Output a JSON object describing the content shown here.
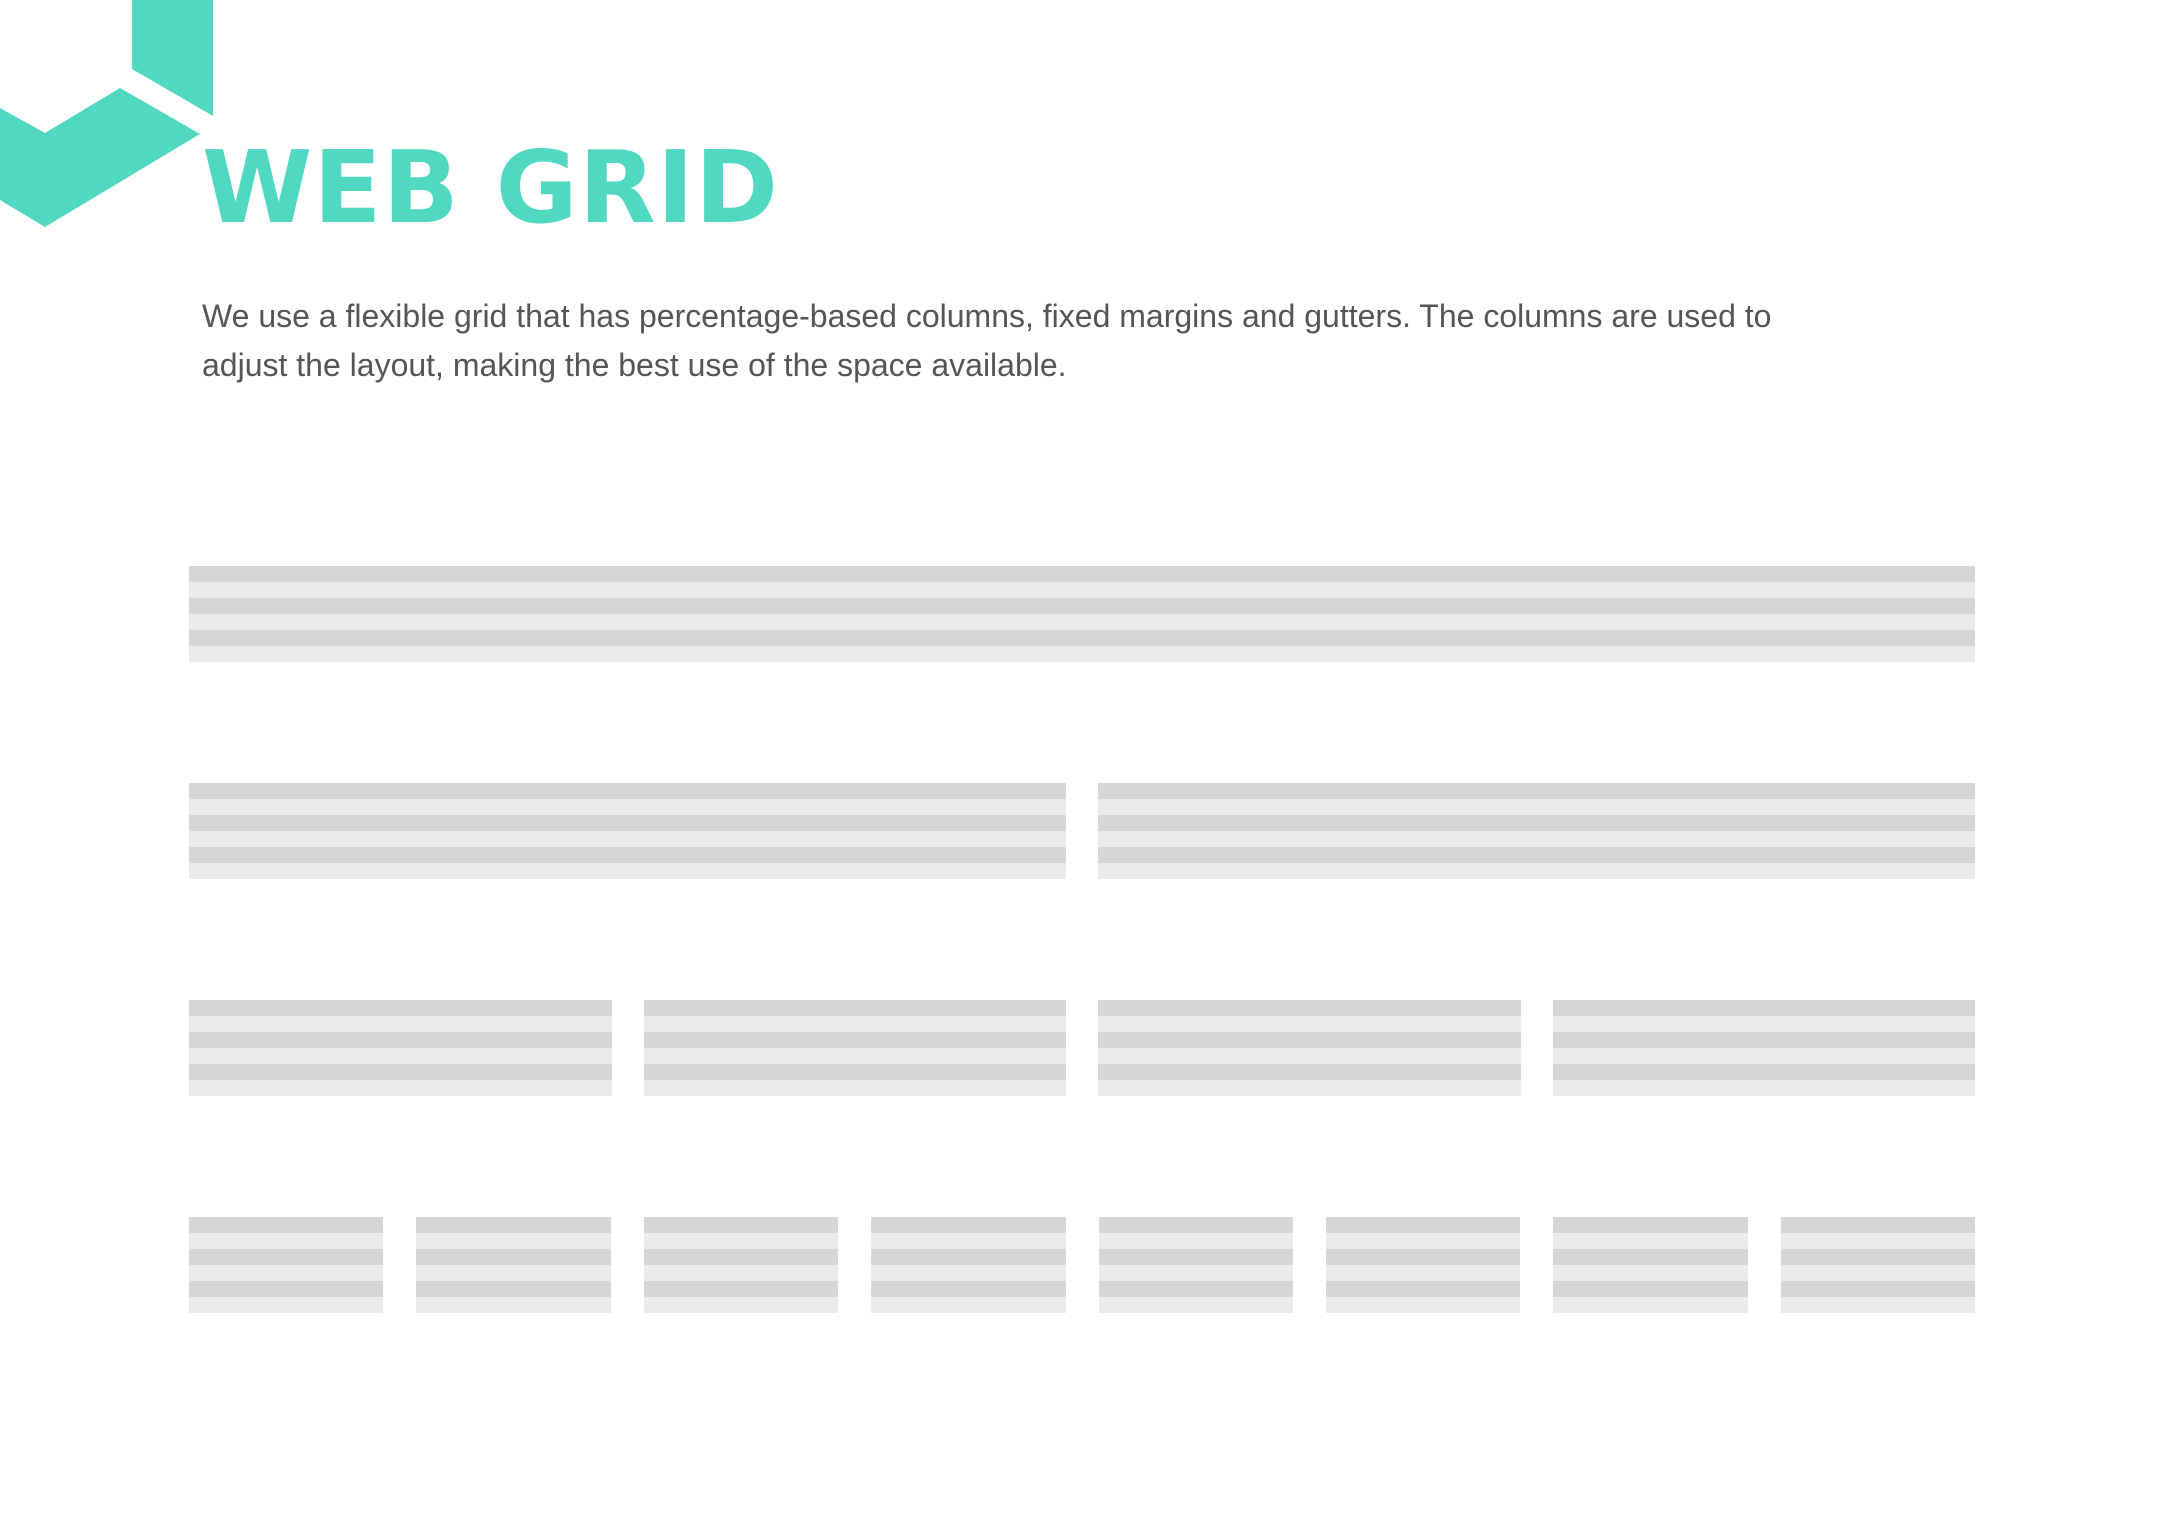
{
  "brand": {
    "accent_color": "#50d8c0",
    "logo_icon": "hexagon-cube-logo"
  },
  "header": {
    "title": "WEB GRID"
  },
  "intro": {
    "text": "We use a flexible grid that has percentage-based columns, fixed margins and gutters. The columns are used to adjust the layout, making the best use of the space available."
  },
  "grid": {
    "stripe_colors": [
      "#d6d6d6",
      "#ebebeb"
    ],
    "rows": [
      {
        "columns": 1
      },
      {
        "columns": 2
      },
      {
        "columns": 4
      },
      {
        "columns": 8
      }
    ]
  }
}
